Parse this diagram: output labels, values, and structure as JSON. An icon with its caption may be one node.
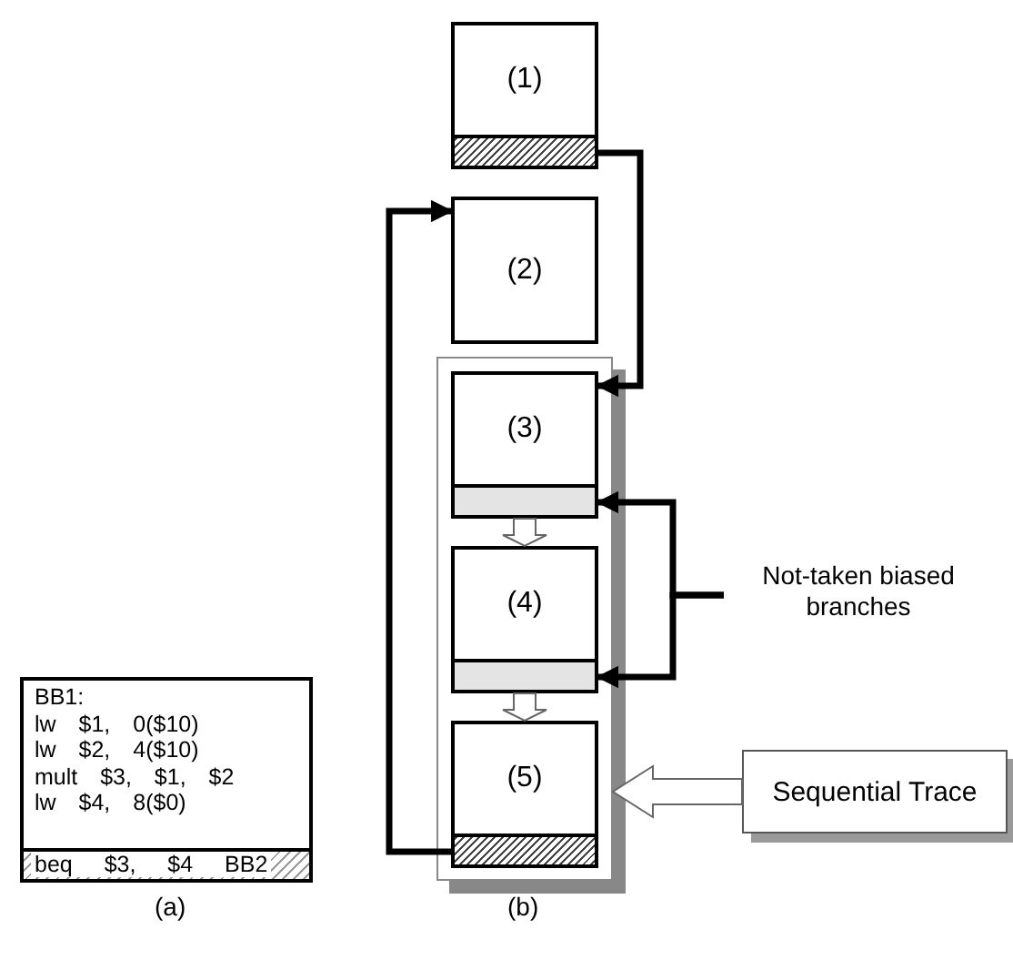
{
  "diagram": {
    "nodes": [
      {
        "text": [
          "BB1:",
          "lw $1, 0($10)",
          "lw $2, 4($10)",
          "mult $3, $1, $2",
          "lw $4, 8($0)"
        ]
      },
      {
        "text": [
          "beq $3, $4 BB2"
        ],
        "in": 0
      },
      {
        "text": [
          "(1)"
        ]
      },
      {
        "text": [
          "(2)"
        ]
      },
      {
        "text": [],
        "shape": "box"
      },
      {
        "text": [
          "(3)"
        ],
        "in": 4
      },
      {
        "text": [
          "(4)"
        ],
        "in": 4
      },
      {
        "text": [
          "(5)"
        ],
        "in": 4
      },
      {
        "text": [
          "Not-taken biased branches"
        ]
      },
      {
        "text": [
          "Sequential Trace"
        ]
      }
    ],
    "edges": [
      {
        "from": 2,
        "to": 5,
        "arrow": "to"
      },
      {
        "from": 7,
        "to": 3,
        "arrow": "to"
      },
      {
        "from": 5,
        "to": 6,
        "arrow": "to"
      },
      {
        "from": 6,
        "to": 7,
        "arrow": "to"
      },
      {
        "from": 8,
        "to": 5,
        "arrow": "to"
      },
      {
        "from": 8,
        "to": 6,
        "arrow": "to"
      },
      {
        "from": 9,
        "to": 4,
        "arrow": "to"
      }
    ],
    "labels": [
      "(a)",
      "(b)"
    ]
  }
}
